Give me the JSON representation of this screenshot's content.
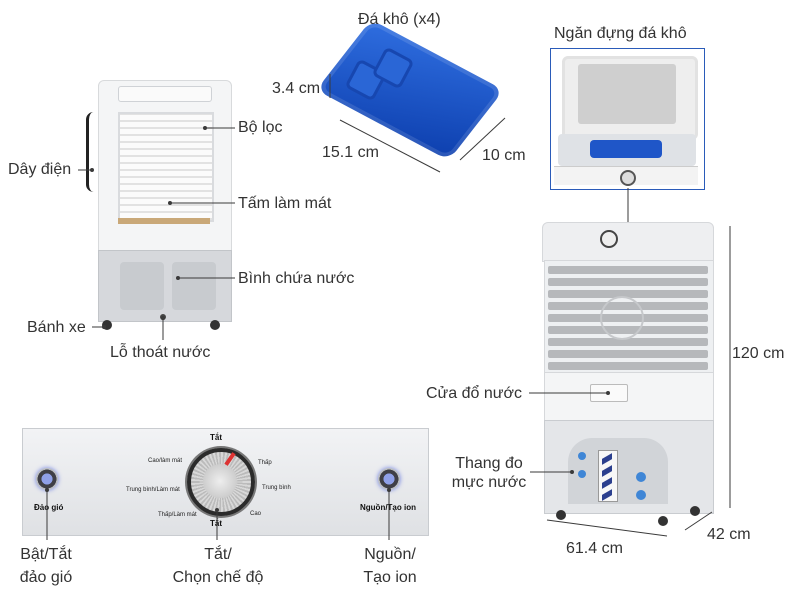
{
  "labels": {
    "ice_pack": "Đá khô (x4)",
    "ice_height": "3.4 cm",
    "ice_length": "15.1 cm",
    "ice_width": "10 cm",
    "ice_compartment": "Ngăn đựng đá khô",
    "filter": "Bộ lọc",
    "power_cord": "Dây điện",
    "cooling_pad": "Tấm làm mát",
    "water_tank": "Bình chứa nước",
    "wheels": "Bánh xe",
    "drain_hole": "Lỗ thoát nước",
    "height": "120 cm",
    "water_inlet": "Cửa đổ nước",
    "water_gauge_line1": "Thang đo",
    "water_gauge_line2": "mực nước",
    "width": "61.4 cm",
    "depth": "42 cm",
    "swing_line1": "Bật/Tắt",
    "swing_line2": "đảo gió",
    "mode_line1": "Tắt/",
    "mode_line2": "Chọn chế độ",
    "power_line1": "Nguồn/",
    "power_line2": "Tạo ion"
  },
  "panel": {
    "off_top": "Tắt",
    "off_bottom": "Tắt",
    "cool_low": "Cao/làm mát",
    "low": "Thấp",
    "mid_cool": "Trung bình/Làm mát",
    "mid": "Trung bình",
    "low_cool": "Thấp/Làm mát",
    "high": "Cao",
    "swing_button": "Đảo gió",
    "power_button": "Nguồn/Tạo ion"
  },
  "colors": {
    "ice": "#1f56c8",
    "line": "#3a3a3a",
    "frame": "#2a5bb9"
  }
}
